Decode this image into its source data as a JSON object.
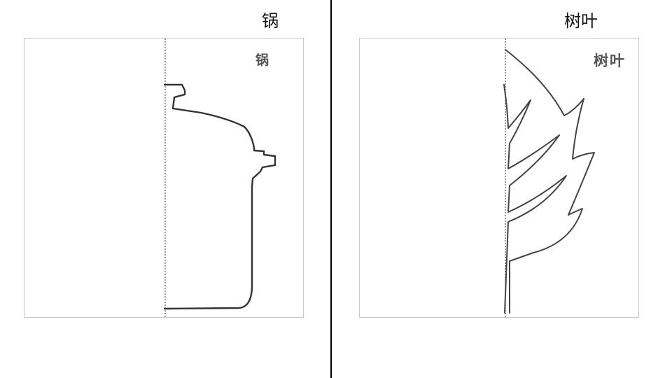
{
  "left": {
    "heading": "锅",
    "label": "锅",
    "shape_icon": "pot-half-outline"
  },
  "right": {
    "heading": "树叶",
    "label": "树叶",
    "shape_icon": "leaf-half-outline"
  }
}
